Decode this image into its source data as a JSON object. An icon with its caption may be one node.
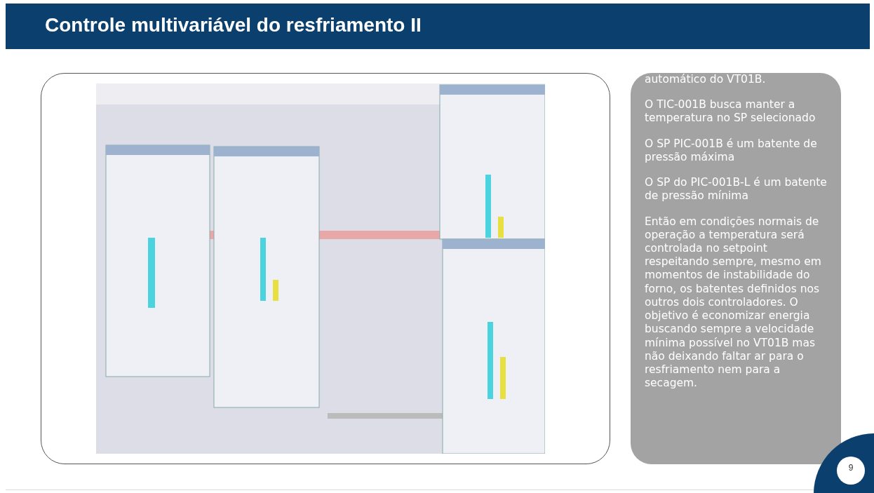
{
  "diagram": {
    "title": "Controle multivariável do resfriamento II",
    "nodes": [
      {
        "text": [],
        "shape": "box"
      },
      {
        "text": [],
        "shape": "picture",
        "in": 0
      },
      {
        "text": [
          "automático do VT01B.",
          "O TIC-001B busca manter a temperatura no SP selecionado",
          "O SP PIC-001B é um batente de pressão máxima",
          "O SP do PIC-001B-L é um batente de pressão mínima",
          "Então em condições normais de operação a temperatura será controlada no setpoint respeitando sempre, mesmo em momentos de instabilidade do forno, os batentes definidos nos outros dois controladores. O objetivo é economizar energia buscando sempre a velocidade mínima possível no VT01B mas não deixando faltar ar para o resfriamento nem para a secagem."
        ]
      }
    ],
    "labels": [
      "9"
    ]
  }
}
